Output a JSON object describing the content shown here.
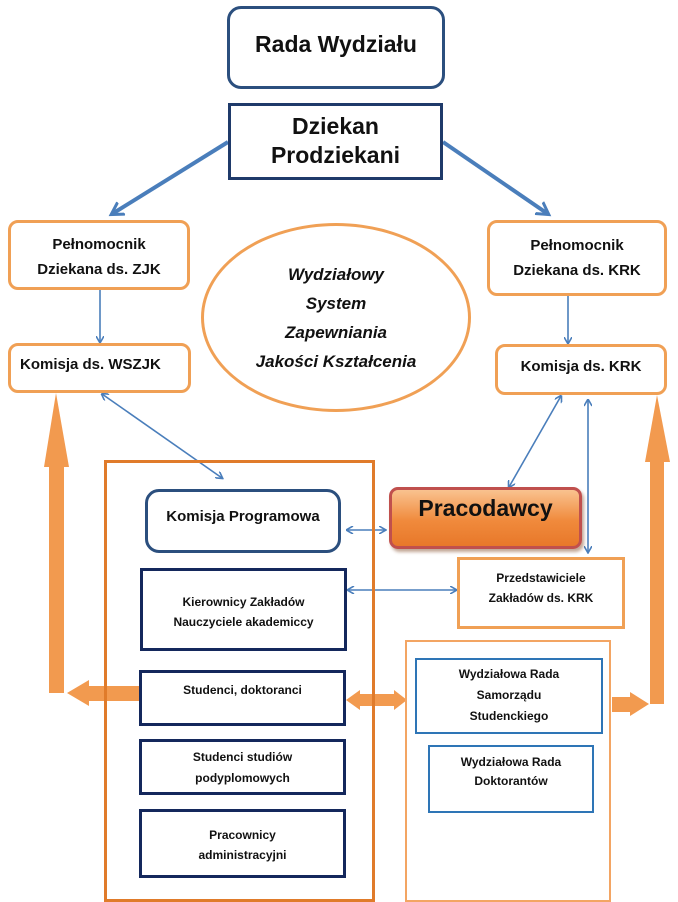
{
  "title": "Wydziałowy System Zapewniania Jakości Kształcenia",
  "colors": {
    "navy_border": "#1f3a6a",
    "orange_border": "#f0a055",
    "orange_arrow": "#f29a4f",
    "blue_arrow": "#4a7ebb",
    "pracodawcy_fill": "#f08a3c",
    "pracodawcy_border": "#c0504d"
  },
  "nodes": {
    "rada_wydzialu": {
      "lines": [
        "Rada Wydziału"
      ]
    },
    "dziekan": {
      "lines": [
        "Dziekan",
        "Prodziekani"
      ]
    },
    "pelnomocnik_zjk": {
      "lines": [
        "Pełnomocnik",
        "Dziekana ds.  ZJK"
      ]
    },
    "pelnomocnik_krk": {
      "lines": [
        "Pełnomocnik",
        "Dziekana ds. KRK"
      ]
    },
    "komisja_wszjk": {
      "lines": [
        "Komisja ds. WSZJK"
      ]
    },
    "komisja_krk": {
      "lines": [
        "Komisja ds. KRK"
      ]
    },
    "system_ellipse": {
      "lines": [
        "Wydziałowy",
        "System",
        "Zapewniania",
        "Jakości Kształcenia"
      ]
    },
    "komisja_programowa": {
      "lines": [
        "Komisja Programowa"
      ]
    },
    "pracodawcy": {
      "lines": [
        "Pracodawcy"
      ]
    },
    "kierownicy": {
      "lines": [
        "Kierownicy Zakładów",
        "Nauczyciele akademiccy"
      ]
    },
    "przedstawiciele": {
      "lines": [
        "Przedstawiciele",
        "Zakładów  ds. KRK"
      ]
    },
    "studenci_doktoranci": {
      "lines": [
        "Studenci, doktoranci"
      ]
    },
    "studenci_podyplomowi": {
      "lines": [
        "Studenci studiów",
        "podyplomowych"
      ]
    },
    "pracownicy_admin": {
      "lines": [
        "Pracownicy",
        "administracyjni"
      ]
    },
    "rada_samorzadu": {
      "lines": [
        "Wydziałowa Rada",
        "Samorządu",
        "Studenckiego"
      ]
    },
    "rada_doktorantow": {
      "lines": [
        "Wydziałowa Rada",
        "Doktorantów"
      ]
    }
  }
}
